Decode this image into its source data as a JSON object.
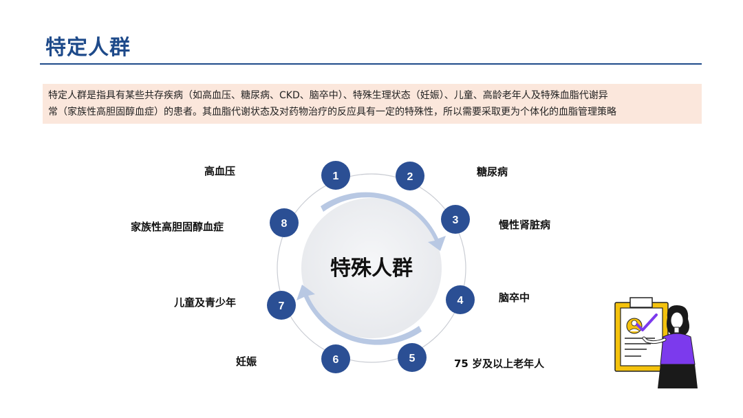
{
  "page": {
    "title": "特定人群",
    "intro_lines": [
      "特定人群是指具有某些共存疾病（如高血压、糖尿病、CKD、脑卒中）、特殊生理状态（妊娠）、儿童、高龄老年人及特殊血脂代谢异",
      "常（家族性高胆固醇血症）的患者。其血脂代谢状态及对药物治疗的反应具有一定的特殊性，所以需要采取更为个体化的血脂管理策略"
    ]
  },
  "diagram": {
    "center_label": "特殊人群",
    "nodes": [
      {
        "number": "1",
        "label": "高血压"
      },
      {
        "number": "2",
        "label": "糖尿病"
      },
      {
        "number": "3",
        "label": "慢性肾脏病"
      },
      {
        "number": "4",
        "label": "脑卒中"
      },
      {
        "number": "5",
        "label": "75 岁及以上老年人"
      },
      {
        "number": "6",
        "label": "妊娠"
      },
      {
        "number": "7",
        "label": "儿童及青少年"
      },
      {
        "number": "8",
        "label": "家族性高胆固醇血症"
      }
    ],
    "colors": {
      "node": "#2b4f94",
      "accent": "#1e4a8a",
      "arrow": "#b8c8e3",
      "center_fill": "#eeeff2",
      "intro_bg": "#fbe7dc"
    }
  },
  "illustration": {
    "name": "woman-with-checklist-clipboard",
    "icons": [
      "clipboard-icon",
      "checkmark-icon",
      "avatar-icon"
    ]
  }
}
